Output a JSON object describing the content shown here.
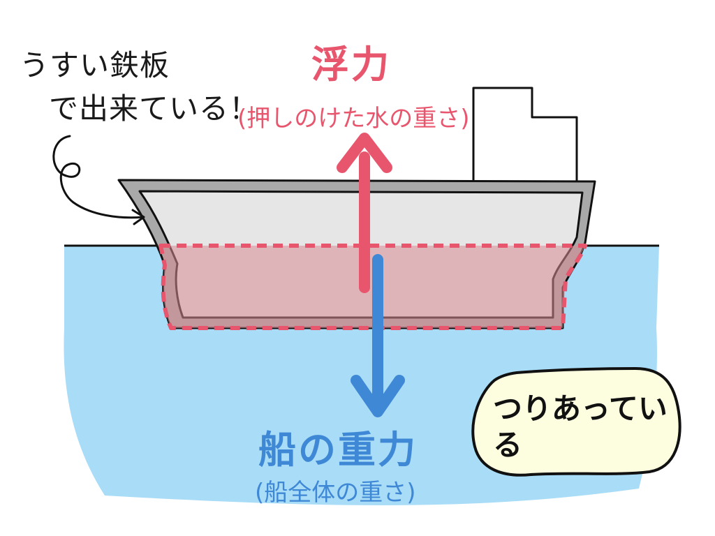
{
  "annotation": {
    "line1": "うすい鉄板",
    "line2": "で出来ている！"
  },
  "buoyancy": {
    "label": "浮力",
    "sublabel": "(押しのけた水の重さ)"
  },
  "gravity": {
    "label": "船の重力",
    "sublabel": "(船全体の重さ)"
  },
  "balance_bubble": {
    "text": "つりあっている"
  },
  "colors": {
    "buoyancy": "#e8566e",
    "gravity": "#3f88d6",
    "water": "#a8dcf7",
    "hull_outer": "#a9a9a9",
    "hull_inner": "#e6e6e6",
    "submerged": "#e8b9bd",
    "bubble": "#fdfddf"
  },
  "icons": {
    "buoyancy_arrow": "arrow-up-icon",
    "gravity_arrow": "arrow-down-icon",
    "pointer": "curly-arrow-icon"
  }
}
